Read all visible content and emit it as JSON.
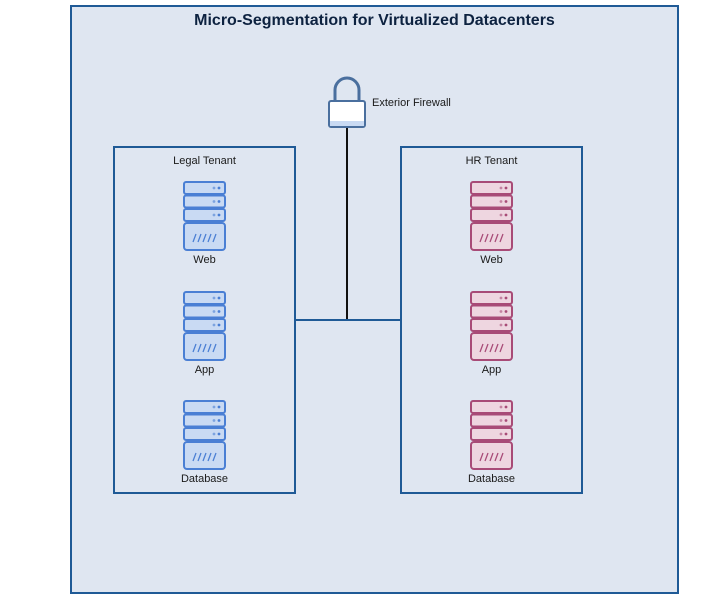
{
  "diagram": {
    "title": "Micro-Segmentation for Virtualized Datacenters",
    "firewall": {
      "label": "Exterior Firewall",
      "icon": "lock-icon"
    },
    "tenants": [
      {
        "label": "Legal Tenant",
        "color": "#4a7fd4",
        "fill": "#c9daf3",
        "servers": [
          {
            "label": "Web"
          },
          {
            "label": "App"
          },
          {
            "label": "Database"
          }
        ]
      },
      {
        "label": "HR Tenant",
        "color": "#a84b77",
        "fill": "#eed6e0",
        "servers": [
          {
            "label": "Web"
          },
          {
            "label": "App"
          },
          {
            "label": "Database"
          }
        ]
      }
    ],
    "colors": {
      "frame": "#1f5a96",
      "background": "#dfe6f1",
      "connector": "#111111"
    }
  }
}
